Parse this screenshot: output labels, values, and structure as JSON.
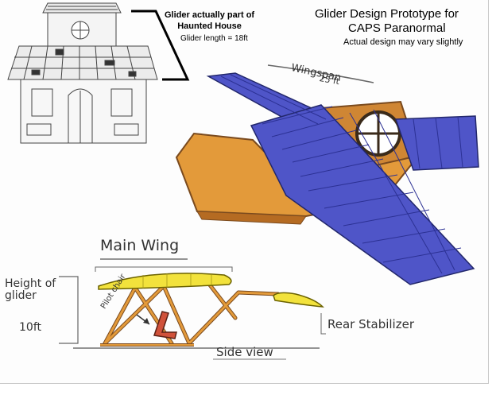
{
  "header": {
    "title_line1": "Glider Design Prototype for",
    "title_line2": "CAPS Paranormal",
    "subtitle": "Actual design may vary slightly"
  },
  "house_callout": {
    "note_line1": "Glider actually part of",
    "note_line2": "Haunted House",
    "glider_length": "Glider length = 18ft"
  },
  "glider_view": {
    "wingspan_label": "Wingspan",
    "wingspan_value": "25 ft"
  },
  "side_view": {
    "main_wing_label": "Main Wing",
    "height_line1": "Height of",
    "height_line2": "glider",
    "height_value": "10ft",
    "pilot_label": "Pilot chair",
    "rear_label": "Rear Stabilizer",
    "view_label": "Side view"
  },
  "colors": {
    "wing_panel": "#4f55c8",
    "wood": "#e39a3a",
    "wood_dark": "#7a4a1e",
    "main_wing": "#f2e23c",
    "chair": "#d0513a"
  }
}
